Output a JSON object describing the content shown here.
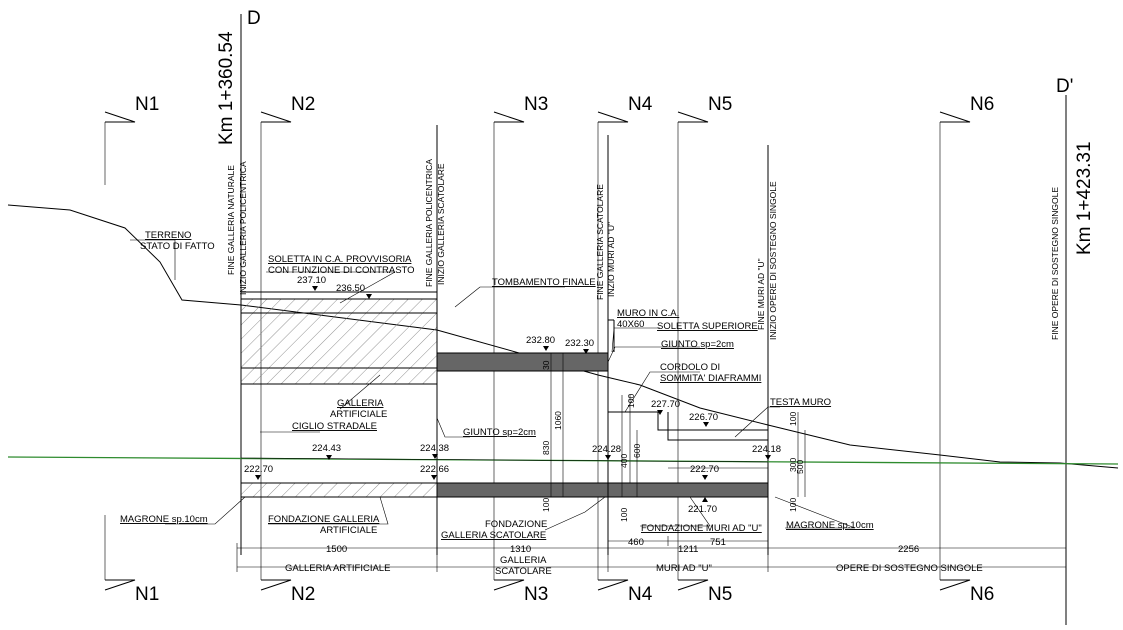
{
  "colors": {
    "line": "#000000",
    "slab_fill": "#666666",
    "ground_green": "#2e8b2e",
    "background": "#ffffff"
  },
  "markers": {
    "start": "D",
    "end": "D'"
  },
  "km": {
    "start": "Km 1+360.54",
    "end": "Km 1+423.31"
  },
  "sections": [
    "N1",
    "N2",
    "N3",
    "N4",
    "N5",
    "N6"
  ],
  "vertical_labels": {
    "v1a": "FINE GALLERIA NATURALE",
    "v1b": "INIZIO GALLERIA POLICENTRICA",
    "v2a": "FINE GALLERIA POLICENTRICA",
    "v2b": "INIZIO GALLERIA SCATOLARE",
    "v3a": "FINE GALLERIA SCATOLARE",
    "v3b": "INZIO MURI AD \"U\"",
    "v4a": "FINE MURI AD \"U\"",
    "v4b": "INIZIO OPERE DI SOSTEGNO SINGOLE",
    "v5": "FINE OPERE DI SOSTEGNO SINGOLE"
  },
  "labels": {
    "terreno_1": "TERRENO",
    "terreno_2": "STATO DI FATTO",
    "soletta_prov_1": "SOLETTA IN C.A. PROVVISORIA",
    "soletta_prov_2": "CON FUNZIONE DI CONTRASTO",
    "tombamento": "TOMBAMENTO FINALE",
    "muro_ca": "MURO IN C.A.",
    "muro_size": "40X60",
    "soletta_sup": "SOLETTA SUPERIORE",
    "giunto_1": "GIUNTO sp=2cm",
    "cordolo_1": "CORDOLO DI",
    "cordolo_2": "SOMMITA' DIAFRAMMI",
    "galleria_1": "GALLERIA",
    "galleria_2": "ARTIFICIALE",
    "ciglio": "CIGLIO STRADALE",
    "giunto_2": "GIUNTO sp=2cm",
    "testa_muro": "TESTA MURO",
    "magrone_1": "MAGRONE sp.10cm",
    "fond_gall_1": "FONDAZIONE GALLERIA",
    "fond_gall_2": "ARTIFICIALE",
    "fond_scat_1": "FONDAZIONE",
    "fond_scat_2": "GALLERIA SCATOLARE",
    "fond_muri": "FONDAZIONE MURI AD \"U\"",
    "magrone_2": "MAGRONE sp.10cm"
  },
  "elevations": {
    "e1": "237.10",
    "e2": "236.50",
    "e3": "232.80",
    "e4": "232.30",
    "e5": "227.70",
    "e6": "226.70",
    "e7": "224.43",
    "e8": "224.38",
    "e9": "224.28",
    "e10": "224.18",
    "e11": "222.70",
    "e12": "222.66",
    "e13": "222.70",
    "e14": "221.70"
  },
  "dims": {
    "d30": "30",
    "d830": "830",
    "d1060": "1060",
    "d100a": "100",
    "d100b": "100",
    "d400": "400",
    "d600": "600",
    "d100c": "100",
    "d100r1": "100",
    "d300": "300",
    "d500": "500",
    "d100r2": "100",
    "l1500": "1500",
    "l1310": "1310",
    "l460": "460",
    "l1211": "1211",
    "l751": "751",
    "l2256": "2256"
  },
  "bottom_labels": {
    "b1": "GALLERIA ARTIFICIALE",
    "b2a": "GALLERIA",
    "b2b": "SCATOLARE",
    "b3": "MURI AD \"U\"",
    "b4": "OPERE DI SOSTEGNO SINGOLE"
  }
}
